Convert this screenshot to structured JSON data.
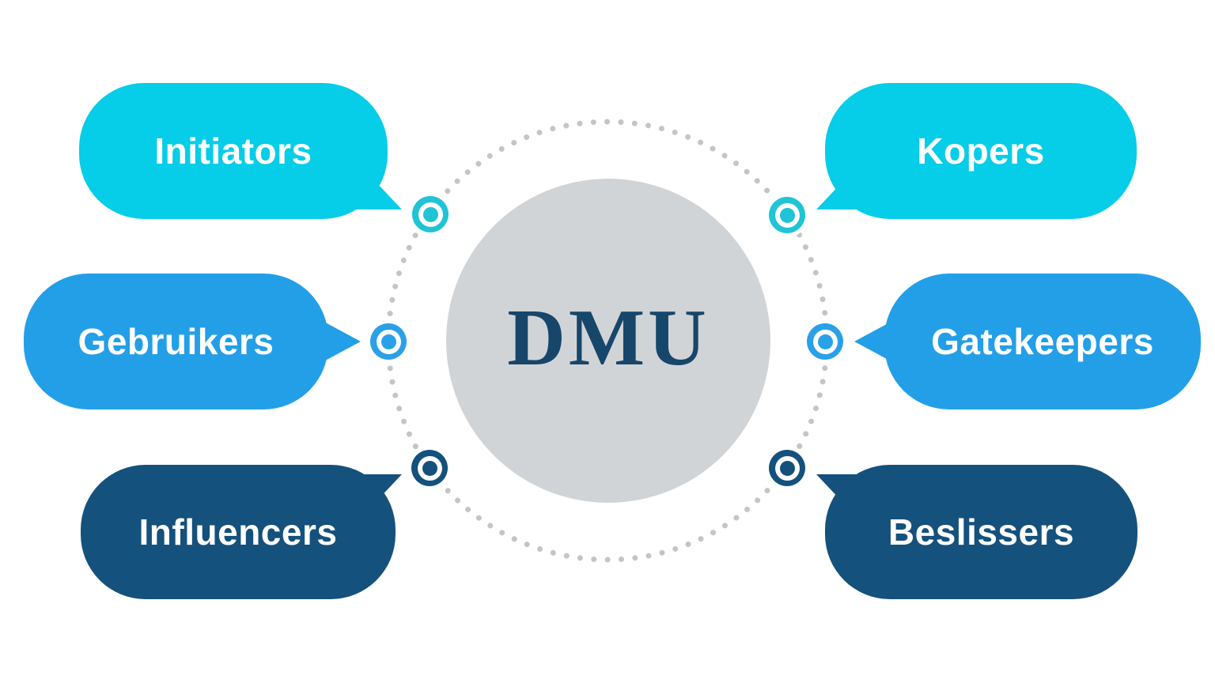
{
  "diagram": {
    "type": "dmu-buying-center",
    "background_color": "#FFFFFF"
  },
  "center": {
    "label": "DMU",
    "circle_color": "#D1D4D6",
    "text_color": "#17466B"
  },
  "dotted_ring": {
    "color": "#C4C5C7",
    "style": "dotted"
  },
  "bubbles": [
    {
      "label": "Initiators",
      "position": "top-left",
      "color": "#06CDE8",
      "text_color": "#FFFFFF",
      "tail_direction": "bottom-right"
    },
    {
      "label": "Kopers",
      "position": "top-right",
      "color": "#06CDE8",
      "text_color": "#FFFFFF",
      "tail_direction": "bottom-left"
    },
    {
      "label": "Gebruikers",
      "position": "middle-left",
      "color": "#239FE8",
      "text_color": "#FFFFFF",
      "tail_direction": "right"
    },
    {
      "label": "Gatekeepers",
      "position": "middle-right",
      "color": "#239FE8",
      "text_color": "#FFFFFF",
      "tail_direction": "left"
    },
    {
      "label": "Influencers",
      "position": "bottom-left",
      "color": "#14517C",
      "text_color": "#FFFFFF",
      "tail_direction": "top-right"
    },
    {
      "label": "Beslissers",
      "position": "bottom-right",
      "color": "#14517C",
      "text_color": "#FFFFFF",
      "tail_direction": "top-left"
    }
  ],
  "ring_markers": [
    {
      "position": "top-left",
      "color": "#1FC4D6"
    },
    {
      "position": "top-right",
      "color": "#1FC4D6"
    },
    {
      "position": "middle-left",
      "color": "#2AA0E8"
    },
    {
      "position": "middle-right",
      "color": "#2AA0E8"
    },
    {
      "position": "bottom-left",
      "color": "#14517C"
    },
    {
      "position": "bottom-right",
      "color": "#14517C"
    }
  ]
}
